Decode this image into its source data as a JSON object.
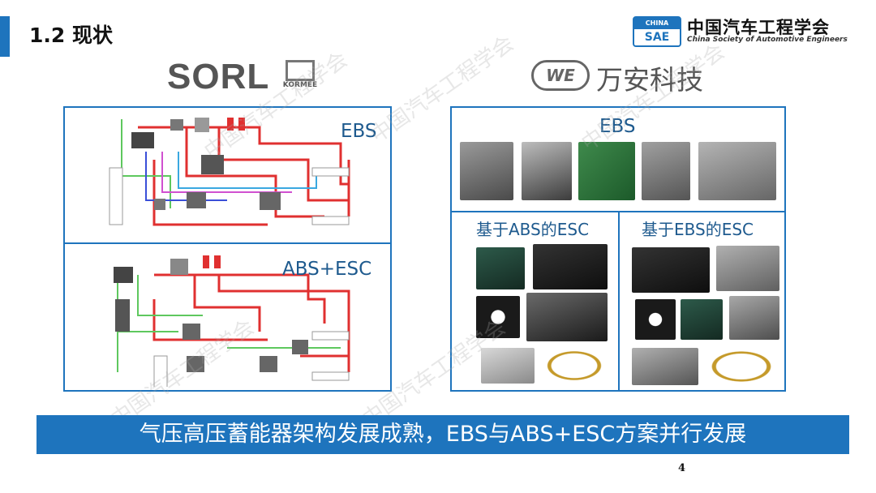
{
  "header": {
    "title": "1.2 现状",
    "org_logo_top": "CHINA",
    "org_logo_bottom": "SAE",
    "org_name_cn": "中国汽车工程学会",
    "org_name_en": "China Society of Automotive Engineers"
  },
  "left_brand": {
    "sorl": "SORL",
    "kormee": "KORMEE"
  },
  "right_brand": {
    "emblem": "WE",
    "name": "万安科技"
  },
  "left_panels": {
    "ebs_label": "EBS",
    "abs_esc_label": "ABS+ESC"
  },
  "right_panels": {
    "ebs_label": "EBS",
    "abs_esc_label": "基于ABS的ESC",
    "ebs_esc_label": "基于EBS的ESC"
  },
  "watermark": "中国汽车工程学会",
  "banner": "气压高压蓄能器架构发展成熟，EBS与ABS+ESC方案并行发展",
  "page_number": "4",
  "colors": {
    "accent": "#1e74bd",
    "pipe_red": "#e03030",
    "pipe_green": "#5ec85e",
    "pipe_blue": "#3a4fd8",
    "pipe_magenta": "#d050d0"
  }
}
